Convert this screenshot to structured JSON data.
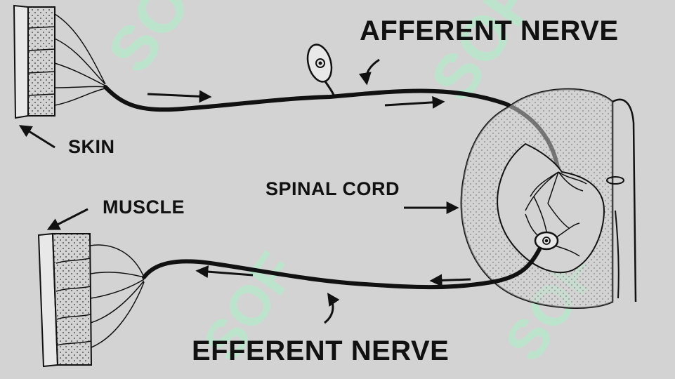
{
  "labels": {
    "afferent": "AFFERENT NERVE",
    "efferent": "EFFERENT NERVE",
    "skin": "SKIN",
    "muscle": "MUSCLE",
    "spinal_cord": "SPINAL CORD"
  },
  "watermark": {
    "text": "SOF"
  },
  "colors": {
    "background": "#d3d3d3",
    "ink": "#111111",
    "watermark": "#b9e8cc"
  }
}
